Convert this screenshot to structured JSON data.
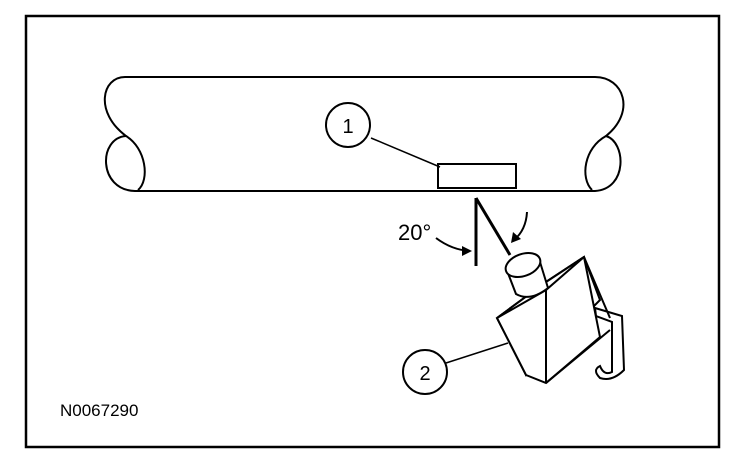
{
  "figure": {
    "callouts": {
      "one": "1",
      "two": "2"
    },
    "angle_label": "20°",
    "figure_id": "N0067290"
  },
  "colors": {
    "line": "#000000",
    "background": "#ffffff"
  }
}
